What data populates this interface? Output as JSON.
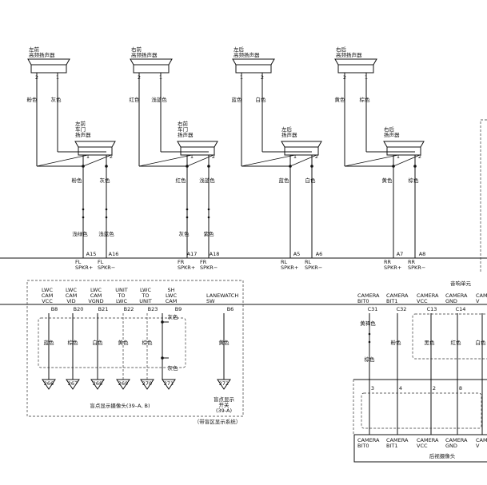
{
  "speakers_top": [
    {
      "name_lines": [
        "左前",
        "高频扬声器"
      ],
      "pins": [
        "2",
        "1"
      ],
      "wires": [
        "粉色",
        "灰色"
      ]
    },
    {
      "name_lines": [
        "右前",
        "高频扬声器"
      ],
      "pins": [
        "2",
        "1"
      ],
      "wires": [
        "红色",
        "浅蓝色"
      ]
    },
    {
      "name_lines": [
        "左后",
        "高频扬声器"
      ],
      "pins": [
        "1",
        "2"
      ],
      "wires": [
        "蓝色",
        "白色"
      ]
    },
    {
      "name_lines": [
        "右后",
        "高频扬声器"
      ],
      "pins": [
        "2",
        "1"
      ],
      "wires": [
        "黄色",
        "棕色"
      ]
    }
  ],
  "speakers_door": [
    {
      "name_lines": [
        "左前",
        "车门",
        "扬声器"
      ],
      "pins": [
        "1",
        "2"
      ],
      "wires": [
        "粉色",
        "灰色"
      ],
      "lower_wires": [
        "浅绿色",
        "浅蓝色"
      ]
    },
    {
      "name_lines": [
        "右前",
        "车门",
        "扬声器"
      ],
      "pins": [
        "1",
        "2"
      ],
      "wires": [
        "红色",
        "浅蓝色"
      ],
      "lower_wires": [
        "灰色",
        "紫色"
      ]
    },
    {
      "name_lines": [
        "左后",
        "扬声器"
      ],
      "pins": [
        "1",
        "2"
      ],
      "wires": [
        "蓝色",
        "白色"
      ],
      "lower_wires": []
    },
    {
      "name_lines": [
        "右后",
        "扬声器"
      ],
      "pins": [
        "1",
        "2"
      ],
      "wires": [
        "黄色",
        "棕色"
      ],
      "lower_wires": []
    }
  ],
  "audio_pins": [
    {
      "pin": "A15",
      "signal": [
        "FL",
        "SPKR+"
      ]
    },
    {
      "pin": "A16",
      "signal": [
        "FL",
        "SPKR−"
      ]
    },
    {
      "pin": "A17",
      "signal": [
        "FR",
        "SPKR+"
      ]
    },
    {
      "pin": "A18",
      "signal": [
        "FR",
        "SPKR−"
      ]
    },
    {
      "pin": "A5",
      "signal": [
        "RL",
        "SPKR+"
      ]
    },
    {
      "pin": "A6",
      "signal": [
        "RL",
        "SPKR−"
      ]
    },
    {
      "pin": "A7",
      "signal": [
        "RR",
        "SPKR+"
      ]
    },
    {
      "pin": "A8",
      "signal": [
        "RR",
        "SPKR−"
      ]
    }
  ],
  "audio_unit_label": "音响单元",
  "lwc_pins": [
    {
      "signal": [
        "LWC",
        "CAM",
        "VCC"
      ],
      "pin": "B8",
      "wire": "蓝色",
      "terminal": "266",
      "dashed": false
    },
    {
      "signal": [
        "LWC",
        "CAM",
        "VID"
      ],
      "pin": "B20",
      "wire": "棕色",
      "terminal": "267",
      "dashed": false
    },
    {
      "signal": [
        "LWC",
        "CAM",
        "VGND"
      ],
      "pin": "B21",
      "wire": "白色",
      "terminal": "268",
      "dashed": false
    },
    {
      "signal": [
        "UNIT",
        "TO",
        "LWC"
      ],
      "pin": "B22",
      "wire": "黄色",
      "terminal": "269",
      "dashed": true
    },
    {
      "signal": [
        "LWC",
        "TO",
        "UNIT"
      ],
      "pin": "B23",
      "wire": "棕色",
      "terminal": "270",
      "dashed": true
    },
    {
      "signal": [
        "SH",
        "LWC",
        "CAM"
      ],
      "pin": "B9",
      "wire": "灰色",
      "terminal": "271",
      "dashed": false
    }
  ],
  "lanewatch": {
    "signal": [
      "LANEWATCH",
      "SW"
    ],
    "pin": "B6",
    "wire": "黄色",
    "terminal": "272",
    "switch_lines": [
      "盲点显示",
      "开关",
      "(39-A)"
    ],
    "note": "（带盲区显示系统）"
  },
  "blind_camera_label": "盲点显示摄像头(39–A, B)",
  "camera_unit_pins": [
    {
      "signal": [
        "CAMERA",
        "BIT0"
      ],
      "pin": "C31",
      "wires": [
        "黄褐色",
        "棕色"
      ]
    },
    {
      "signal": [
        "CAMERA",
        "BIT1"
      ],
      "pin": "C32",
      "wires": [
        "粉色"
      ]
    },
    {
      "signal": [
        "CAMERA",
        "VCC"
      ],
      "pin": "C13",
      "wires": [
        "黑色"
      ]
    },
    {
      "signal": [
        "CAMERA",
        "GND"
      ],
      "pin": "C14",
      "wires": [
        "红色"
      ]
    },
    {
      "signal": [
        "CAMERA",
        "V"
      ],
      "pin": "",
      "wires": [
        "白色"
      ]
    }
  ],
  "rear_camera_pins": [
    {
      "pin": "3",
      "signal": [
        "CAMERA",
        "BIT0"
      ]
    },
    {
      "pin": "4",
      "signal": [
        "CAMERA",
        "BIT1"
      ]
    },
    {
      "pin": "2",
      "signal": [
        "CAMERA",
        "VCC"
      ]
    },
    {
      "pin": "8",
      "signal": [
        "CAMERA",
        "GND"
      ]
    },
    {
      "pin": "",
      "signal": [
        "CAMERA",
        "V"
      ]
    }
  ],
  "rear_camera_label": "后视摄像头"
}
